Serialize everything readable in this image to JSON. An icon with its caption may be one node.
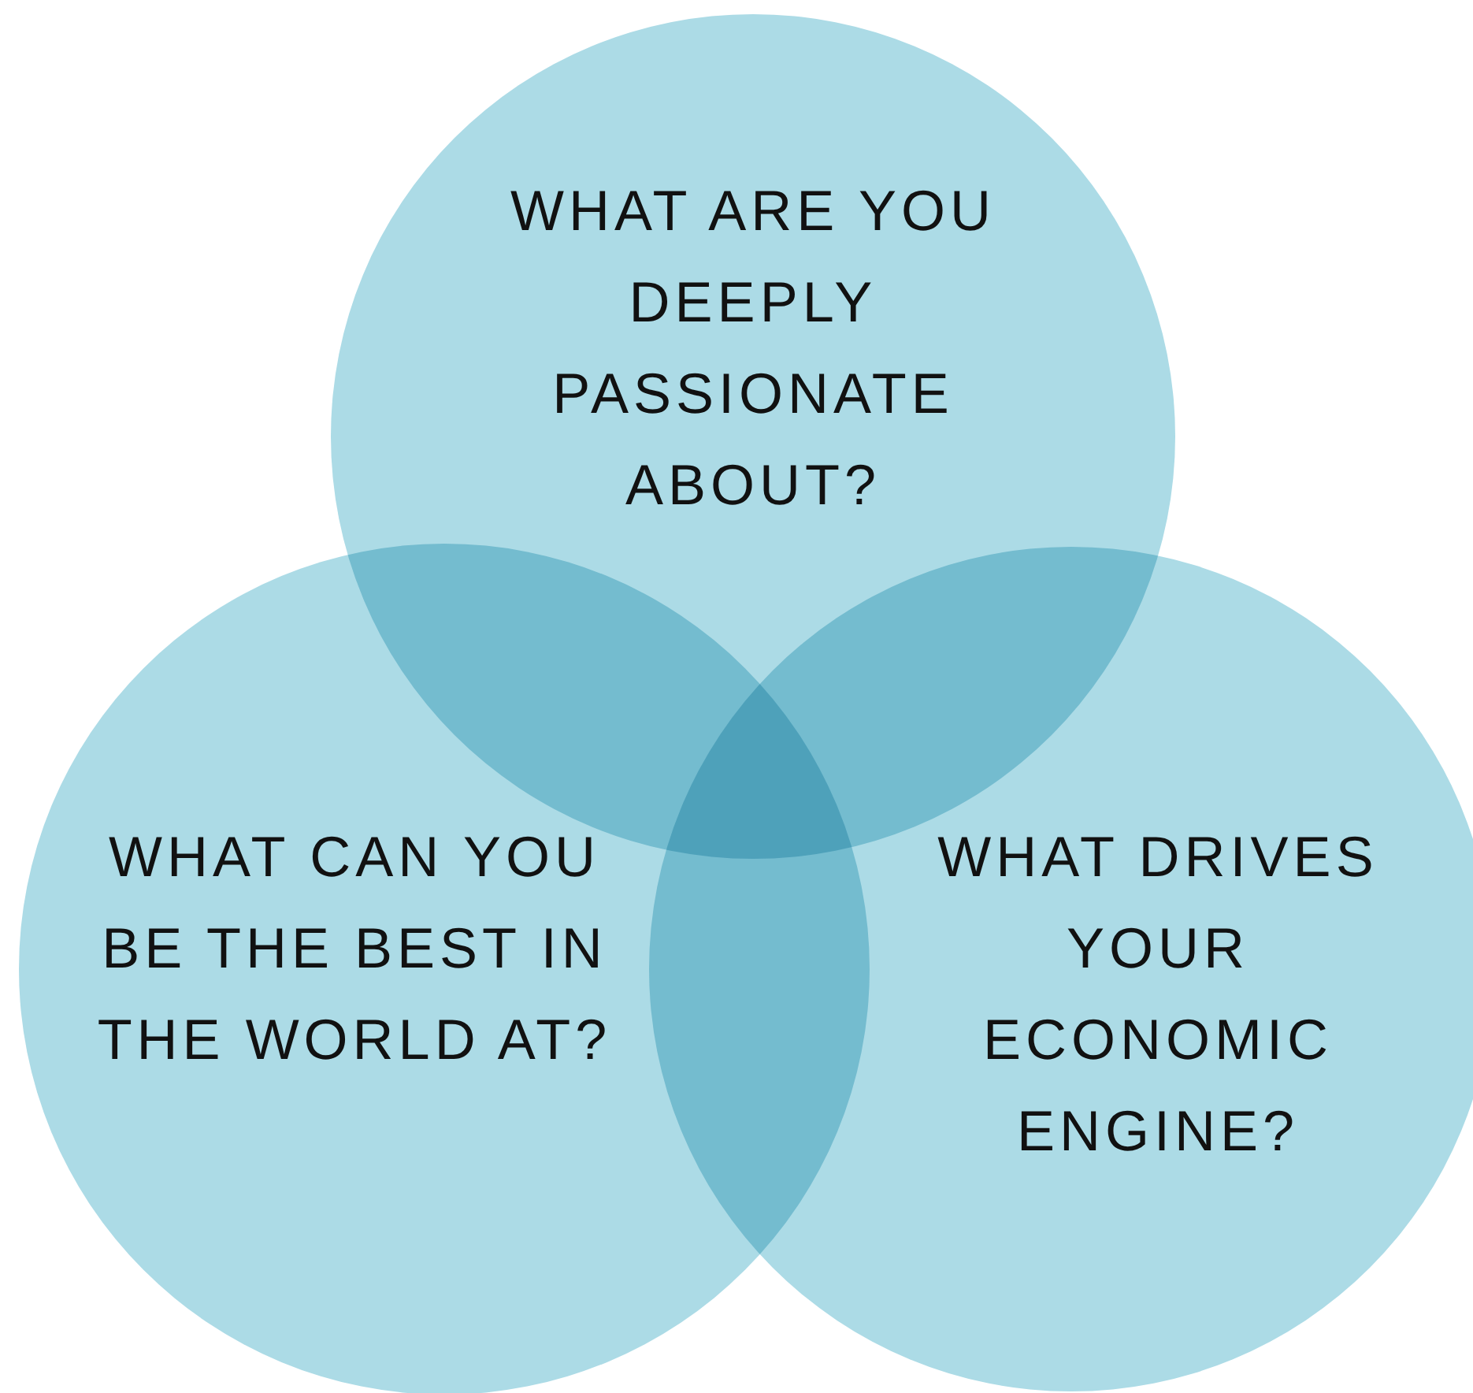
{
  "diagram": {
    "nodes": [
      {
        "text": [
          "WHAT ARE YOU DEEPLY PASSIONATE ABOUT?"
        ]
      },
      {
        "text": [
          "WHAT CAN YOU BE THE BEST IN THE WORLD AT?"
        ]
      },
      {
        "text": [
          "WHAT DRIVES YOUR ECONOMIC ENGINE?"
        ]
      }
    ],
    "edges": []
  }
}
